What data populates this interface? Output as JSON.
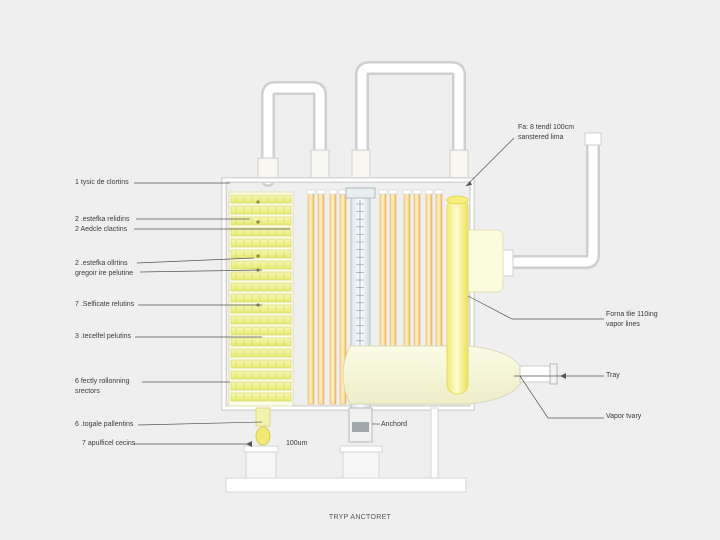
{
  "left_labels": [
    {
      "id": "l1",
      "lines": [
        "1 tysic de clortins"
      ]
    },
    {
      "id": "l2",
      "lines": [
        "2 .estefka relidins",
        "2 Aedcle clactins"
      ]
    },
    {
      "id": "l3",
      "lines": [
        "2 .estefka ollrtins",
        "gregoir ire pelutine"
      ]
    },
    {
      "id": "l4",
      "lines": [
        "7 .Selficate relutins"
      ]
    },
    {
      "id": "l5",
      "lines": [
        "3 .tecelfel pelutins"
      ]
    },
    {
      "id": "l6",
      "lines": [
        "6 fectly rollonning",
        "srectors"
      ]
    },
    {
      "id": "l7",
      "lines": [
        "6 .togale pallentins"
      ]
    },
    {
      "id": "l8",
      "lines": [
        "7 apulficel cecins"
      ]
    }
  ],
  "right_labels": [
    {
      "id": "r1",
      "lines": [
        "Fa: 8 tendl 100cm",
        "sanstered lima"
      ]
    },
    {
      "id": "r2",
      "lines": [
        "Forna tlie 110ing",
        "vapor lines"
      ]
    },
    {
      "id": "r3",
      "lines": [
        "Tray"
      ]
    },
    {
      "id": "r4",
      "lines": [
        "Vapor tvary"
      ]
    }
  ],
  "inline_labels": {
    "anchord": "Anchord",
    "dimension": "100um"
  },
  "caption": "TRYP ANCTORET",
  "colors": {
    "background": "#efefef",
    "frame": "#ffffff",
    "tray_yellow": "#eef07a",
    "tube_orange": "#f2b25a",
    "vapor_yellow": "#f6f28e",
    "leader_line": "#555555"
  }
}
